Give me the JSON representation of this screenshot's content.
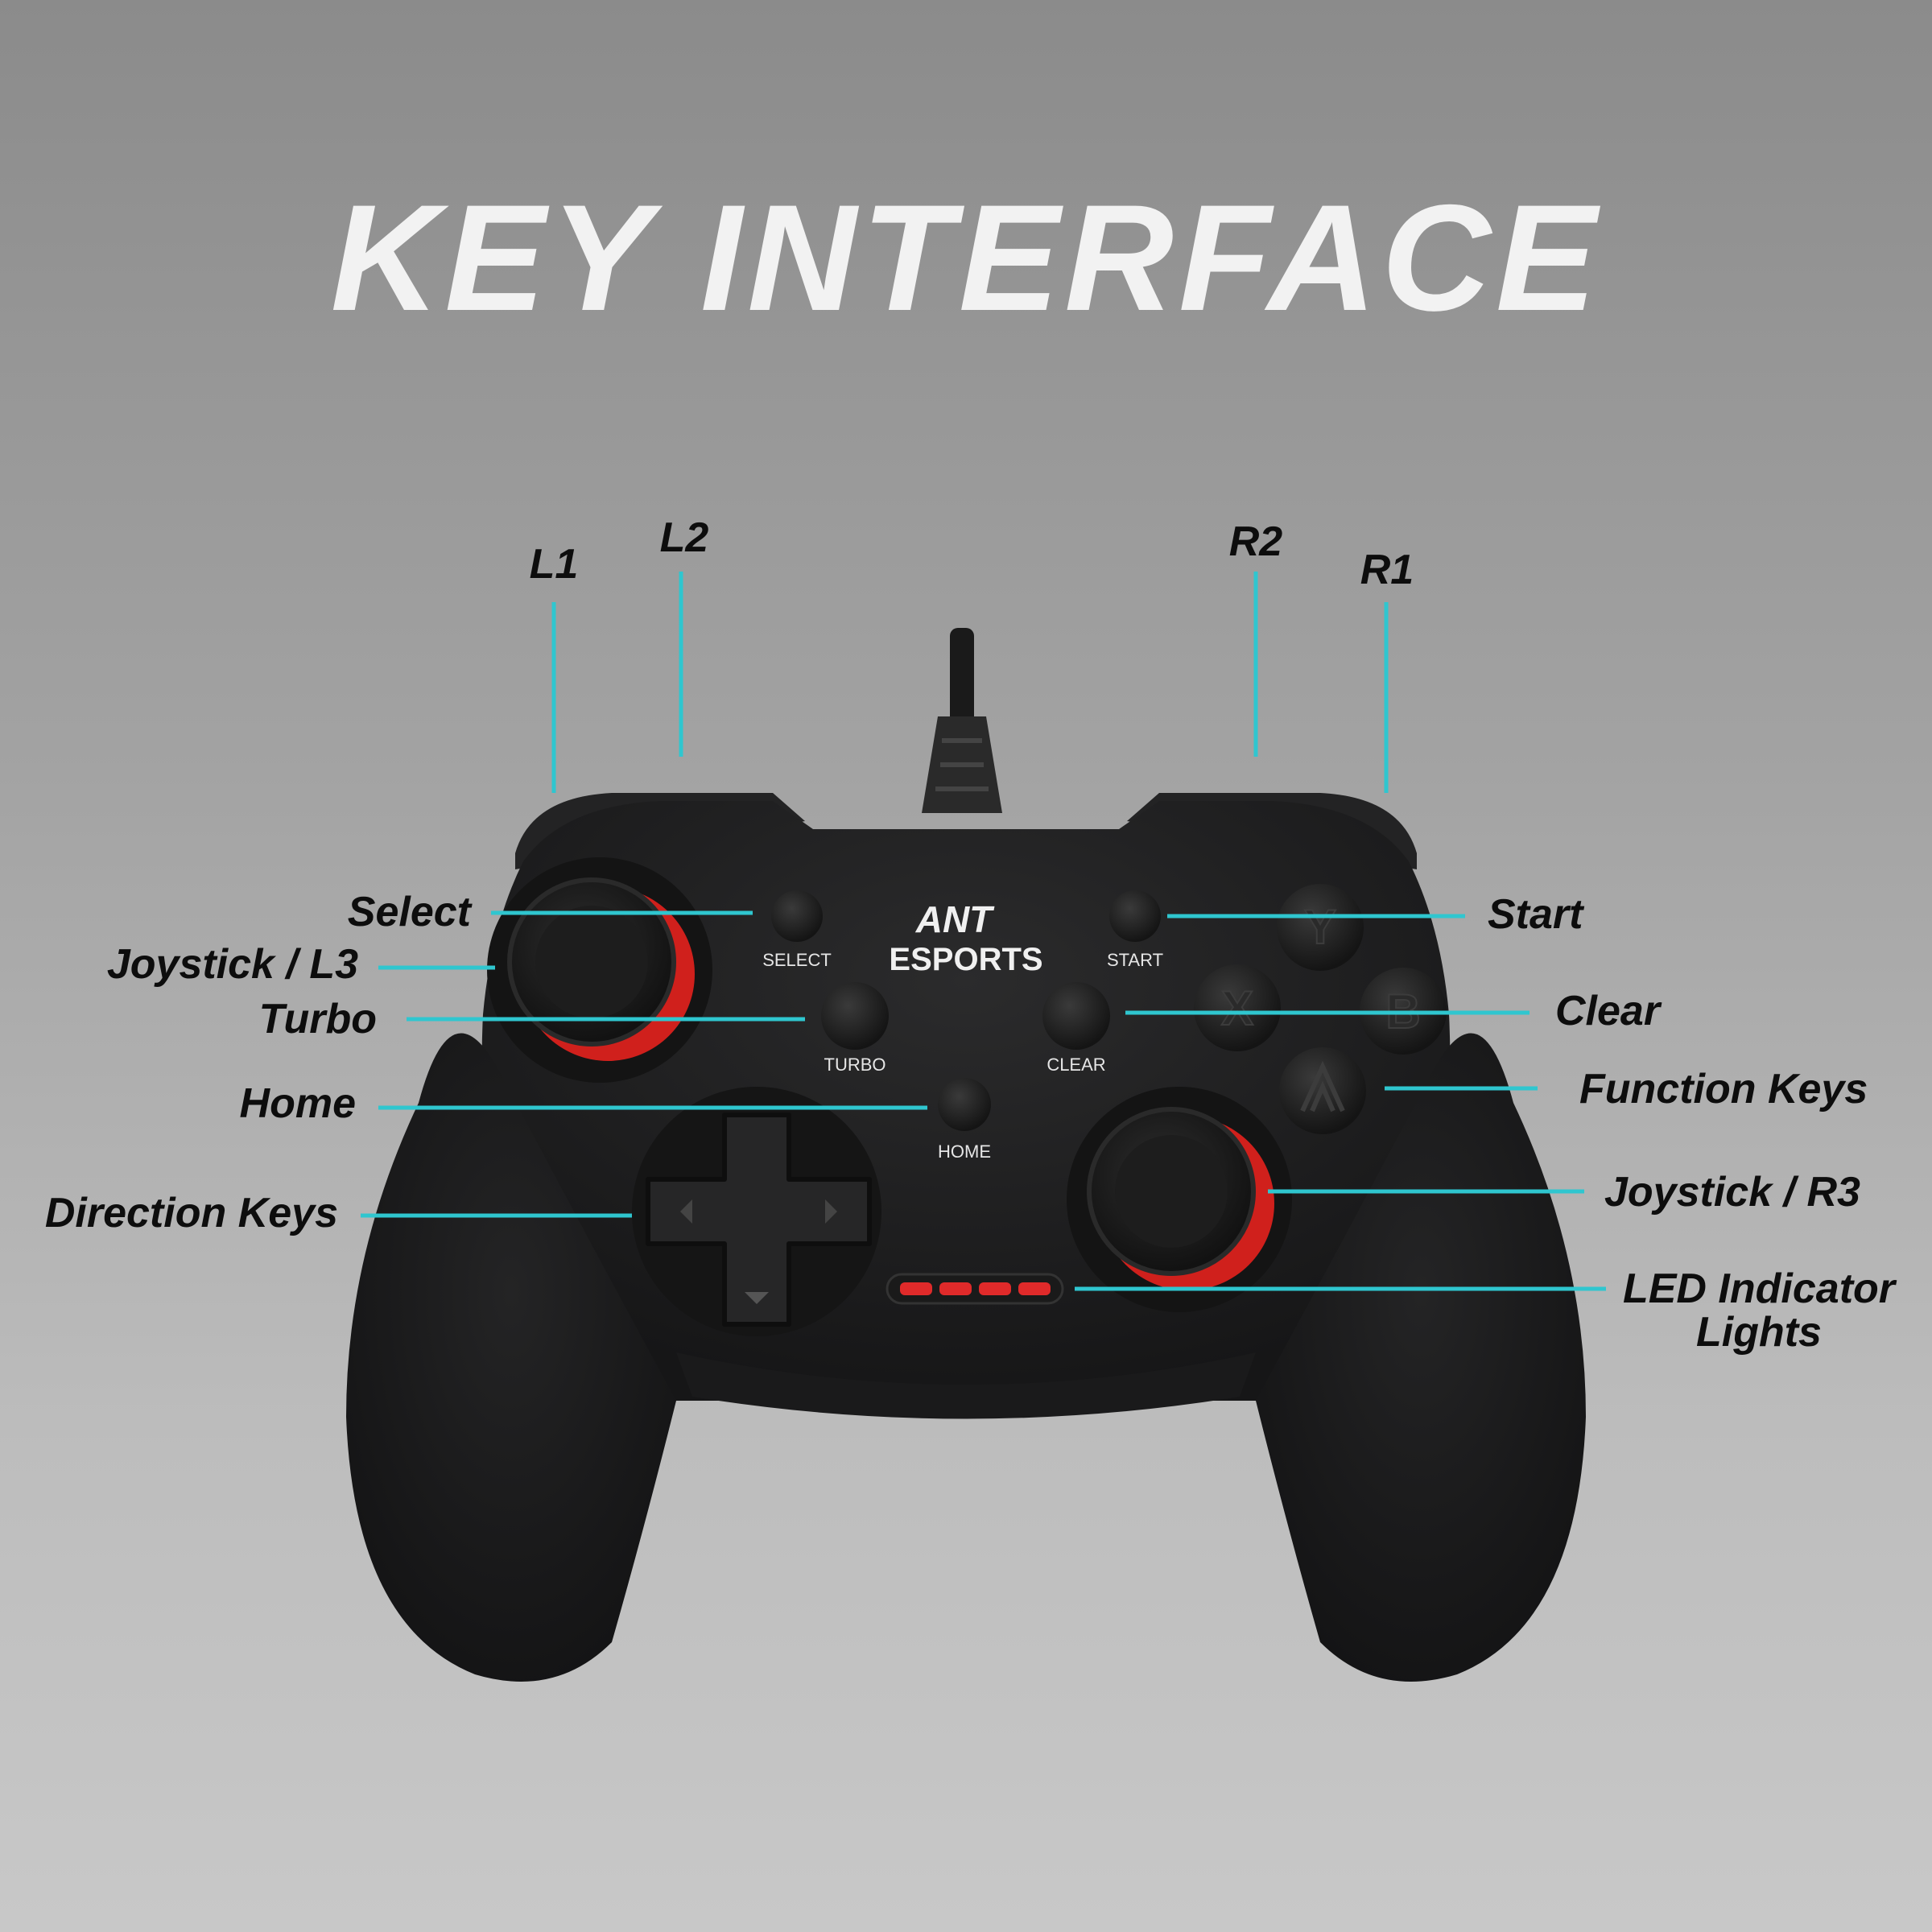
{
  "title": "KEY INTERFACE",
  "logo": {
    "line1": "ANT",
    "line2": "ESPORTS"
  },
  "callouts": {
    "l1": "L1",
    "l2": "L2",
    "r2": "R2",
    "r1": "R1",
    "select": "Select",
    "joystick_l3": "Joystick / L3",
    "turbo": "Turbo",
    "home": "Home",
    "direction_keys": "Direction Keys",
    "start": "Start",
    "clear": "Clear",
    "function_keys": "Function Keys",
    "joystick_r3": "Joystick / R3",
    "led_line1": "LED Indicator",
    "led_line2": "Lights"
  },
  "button_labels": {
    "select": "SELECT",
    "start": "START",
    "turbo": "TURBO",
    "clear": "CLEAR",
    "home": "HOME"
  },
  "colors": {
    "leader_line": "#2fc6cf",
    "controller_body": "#1f1f20",
    "led_red": "#e02a2a",
    "joystick_ring": "#d0201c"
  },
  "face_button_icons": [
    "y-icon",
    "x-icon",
    "b-icon",
    "a-icon"
  ]
}
